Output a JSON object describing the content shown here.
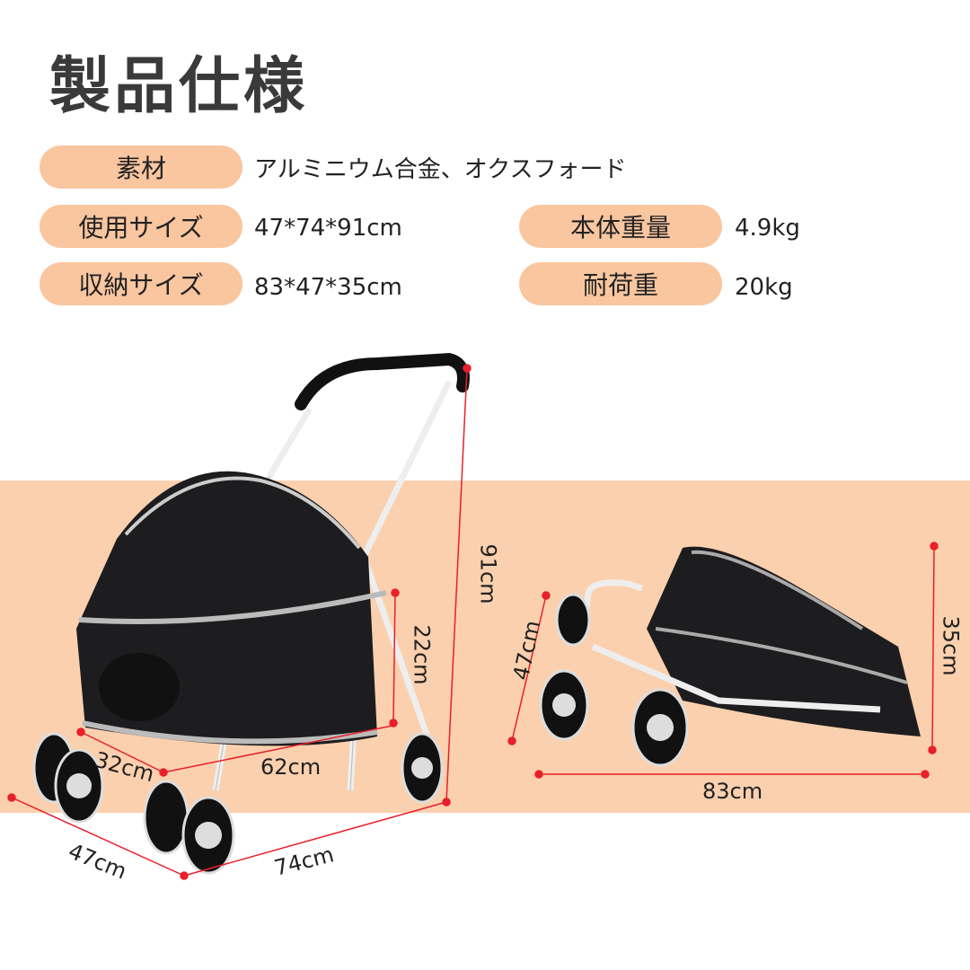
{
  "title": "製品仕様",
  "specs": [
    {
      "label": "素材",
      "value": "アルミニウム合金、オクスフォード"
    },
    {
      "label": "使用サイズ",
      "value": "47*74*91cm"
    },
    {
      "label": "収納サイズ",
      "value": "83*47*35cm"
    },
    {
      "label": "本体重量",
      "value": "4.9kg"
    },
    {
      "label": "耐荷重",
      "value": "20kg"
    }
  ],
  "dimensions": {
    "open": {
      "height": "91cm",
      "basket_height": "22cm",
      "basket_depth": "32cm",
      "basket_length": "62cm",
      "width": "47cm",
      "length": "74cm"
    },
    "folded": {
      "depth": "47cm",
      "height": "35cm",
      "length": "83cm"
    }
  },
  "colors": {
    "pill": "#f9c6a0",
    "band": "#fbd0ae",
    "dimension_line": "#e8202a"
  }
}
